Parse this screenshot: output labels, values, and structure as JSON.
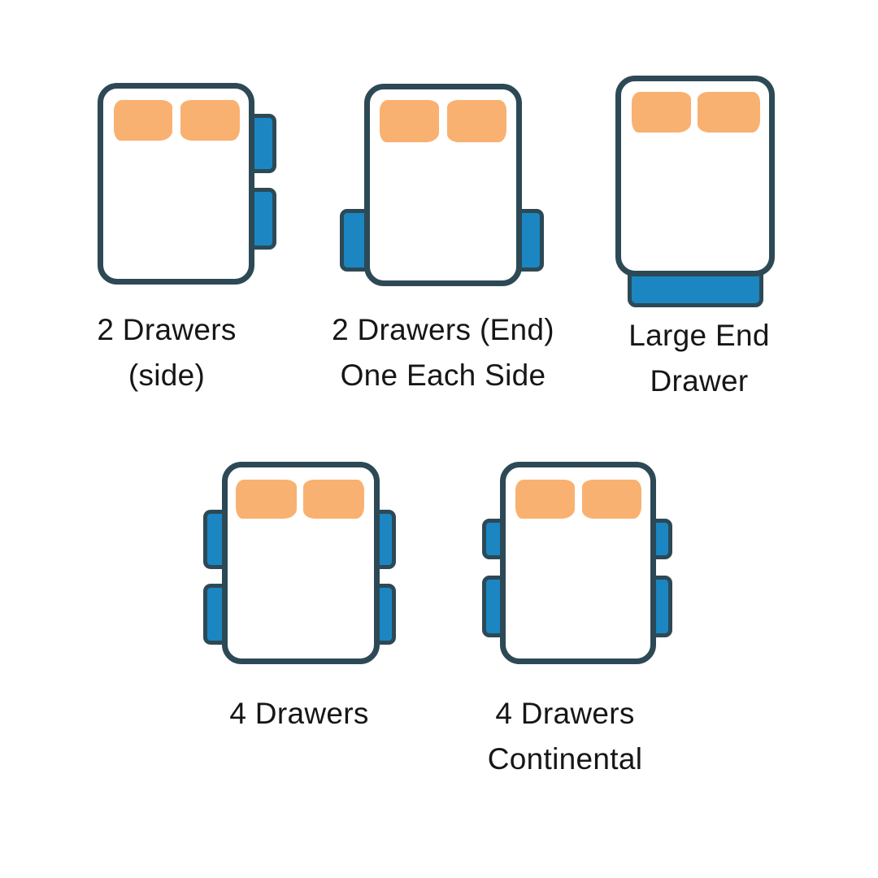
{
  "colors": {
    "background": "#ffffff",
    "bed_outline": "#2d4956",
    "drawer_fill": "#1b86c2",
    "pillow_fill": "#f9b171",
    "label_text": "#161616"
  },
  "figures": [
    {
      "name": "2-drawers-side",
      "label_lines": [
        "2 Drawers",
        "(side)"
      ],
      "pillow_count": 2,
      "drawers": [
        "right-upper",
        "right-lower"
      ]
    },
    {
      "name": "2-drawers-end-one-each-side",
      "label_lines": [
        "2 Drawers (End)",
        "One Each Side"
      ],
      "pillow_count": 2,
      "drawers": [
        "left-lower",
        "right-lower"
      ]
    },
    {
      "name": "large-end-drawer",
      "label_lines": [
        "Large End",
        "Drawer"
      ],
      "pillow_count": 2,
      "drawers": [
        "end"
      ]
    },
    {
      "name": "4-drawers",
      "label_lines": [
        "4 Drawers"
      ],
      "pillow_count": 2,
      "drawers": [
        "left-upper",
        "left-lower",
        "right-upper",
        "right-lower"
      ]
    },
    {
      "name": "4-drawers-continental",
      "label_lines": [
        "4 Drawers",
        "Continental"
      ],
      "pillow_count": 2,
      "drawers": [
        "left-upper-short",
        "left-lower-long",
        "right-upper-short",
        "right-lower-long"
      ]
    }
  ]
}
